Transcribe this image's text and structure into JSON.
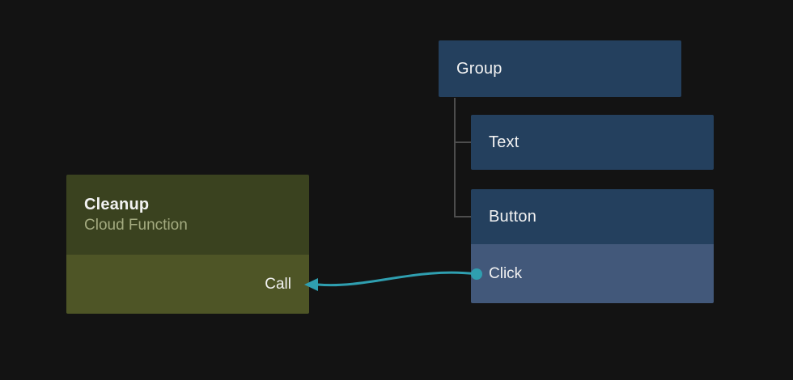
{
  "canvas": {
    "description": "node editor canvas"
  },
  "tree": {
    "root": {
      "label": "Group"
    },
    "children": [
      {
        "label": "Text"
      },
      {
        "label": "Button",
        "event": {
          "label": "Click"
        }
      }
    ]
  },
  "cleanup": {
    "title": "Cleanup",
    "subtitle": "Cloud Function",
    "port_label": "Call"
  },
  "connection": {
    "from": "Button.Click",
    "to": "Cleanup.Call"
  },
  "colors": {
    "background": "#131313",
    "node_blue": "#24405e",
    "node_blue_port": "#42587a",
    "node_olive": "#3a421f",
    "node_olive_port": "#4e5526",
    "subtitle_text": "#a4ab80",
    "label_text": "#f2f2f2",
    "tree_line": "#4d4d4d",
    "wire": "#2f9fb0"
  }
}
